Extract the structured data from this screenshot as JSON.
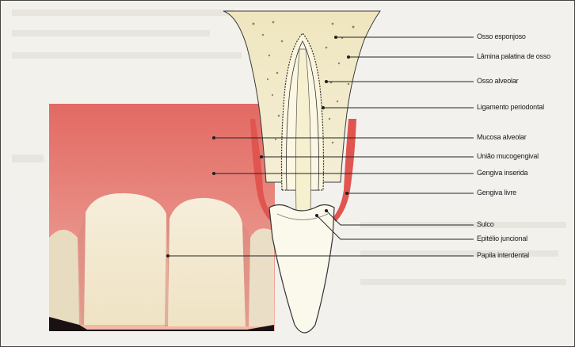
{
  "labels": {
    "osso_esponjoso": "Osso esponjoso",
    "lamina_palatina": "Lâmina palatina de osso",
    "osso_alveolar": "Osso alveolar",
    "ligamento_periodontal": "Ligamento periodontal",
    "mucosa_alveolar": "Mucosa alveolar",
    "uniao_mucogengival": "União mucogengival",
    "gengiva_inserida": "Gengiva inserida",
    "gengiva_livre": "Gengiva livre",
    "sulco": "Sulco",
    "epitelio_juncional": "Epitélio juncional",
    "papila_interdental": "Papila interdental"
  },
  "colors": {
    "gingiva": "#e86a6a",
    "gingiva_light": "#f2a59a",
    "bone": "#efe7c0",
    "enamel": "#f7f2d6",
    "leader_line": "#222222"
  }
}
